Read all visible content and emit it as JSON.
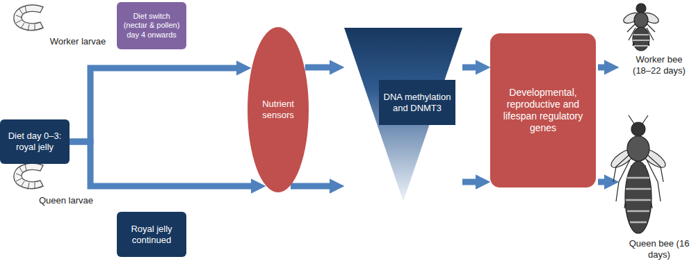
{
  "diagram": {
    "nodes": [
      {
        "text": [
          "Diet switch (nectar & pollen) day 4 onwards"
        ]
      },
      {
        "text": [
          "Diet day 0–3: royal jelly"
        ]
      },
      {
        "text": [
          "Royal jelly continued"
        ]
      },
      {
        "text": [
          "Nutrient sensors"
        ]
      },
      {
        "text": [
          "DNA methylation and DNMT3"
        ]
      },
      {
        "text": [
          "Developmental, reproductive and lifespan regulatory genes"
        ]
      }
    ],
    "edges": [
      {
        "from": 1,
        "to": 3,
        "arrow": "to"
      },
      {
        "from": 1,
        "to": 3,
        "arrow": "to"
      },
      {
        "from": 3,
        "to": 4,
        "arrow": "to"
      },
      {
        "from": 3,
        "to": 4,
        "arrow": "to"
      },
      {
        "from": 4,
        "to": 5,
        "arrow": "to"
      },
      {
        "from": 4,
        "to": 5,
        "arrow": "to"
      }
    ],
    "labels": [
      "Worker larvae",
      "Queen larvae",
      "Worker bee (18–22 days)",
      "Queen bee (16 days)"
    ]
  }
}
